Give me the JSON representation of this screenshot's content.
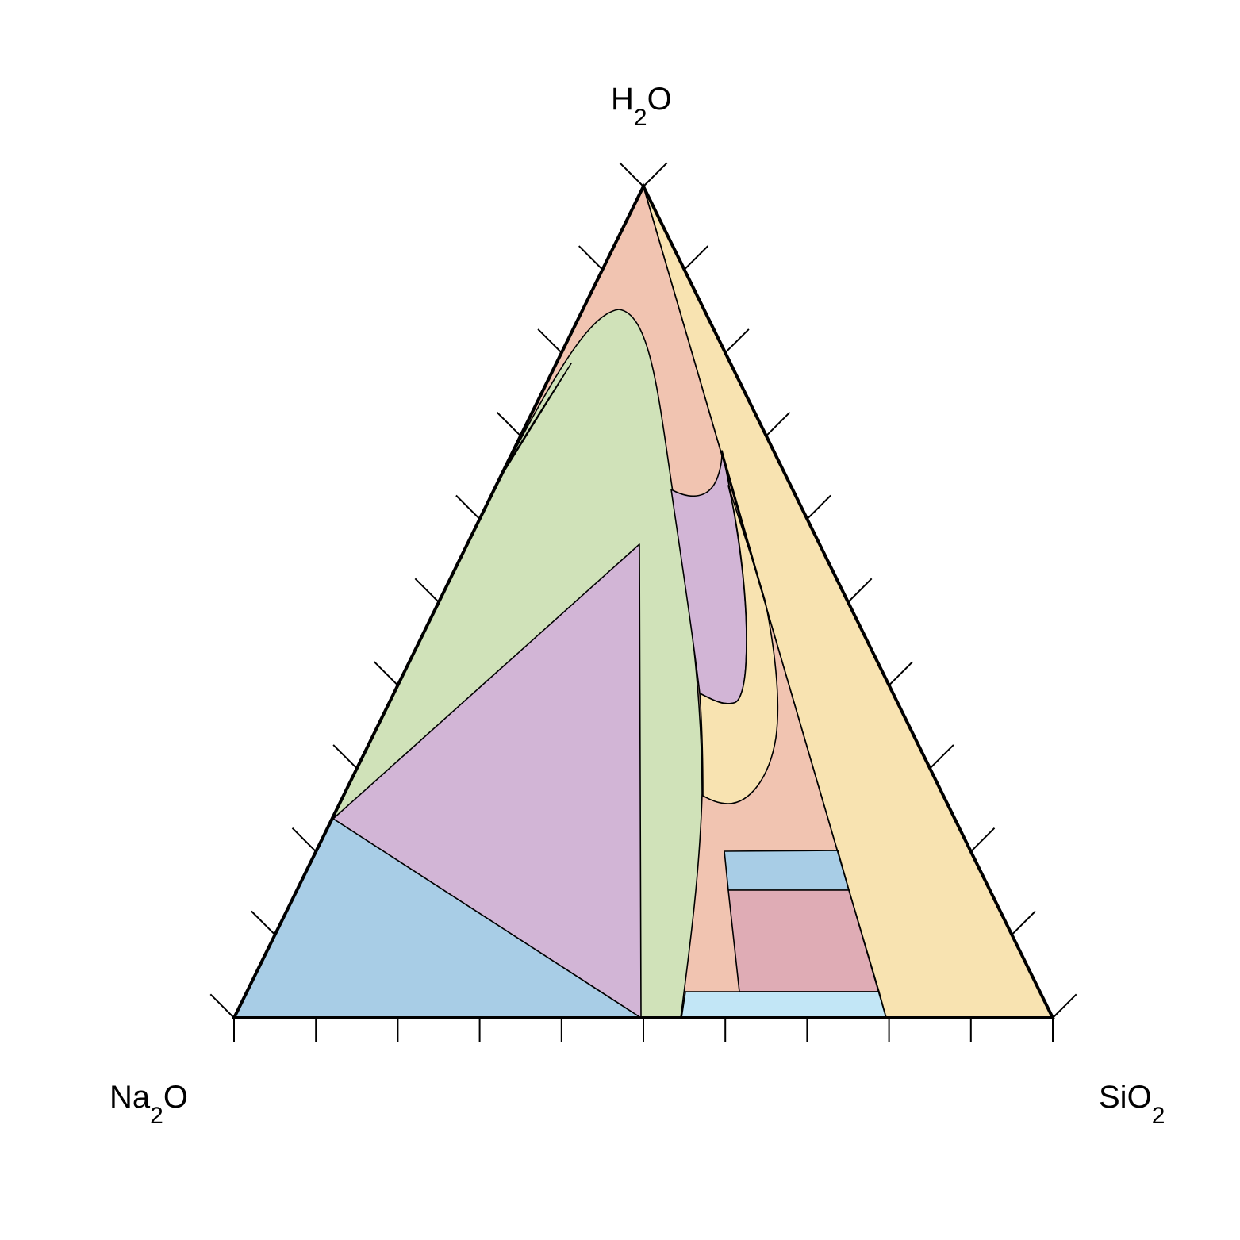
{
  "diagram": {
    "type": "ternary-phase-diagram",
    "vertices": {
      "top": {
        "base": "H",
        "sub": "2",
        "tail": "O"
      },
      "left": {
        "base": "Na",
        "sub": "2",
        "tail": "O"
      },
      "right": {
        "base": "SiO",
        "sub": "2",
        "tail": ""
      }
    },
    "ticks_per_side": 10,
    "colors": {
      "salmon": "#f1c4b1",
      "yellow": "#f8e3b1",
      "green": "#d0e2b9",
      "purple": "#d2b5d6",
      "blue": "#a8cde6",
      "rose": "#dfacb5",
      "light_blue": "#c2e6f6",
      "outline": "#000000"
    }
  }
}
